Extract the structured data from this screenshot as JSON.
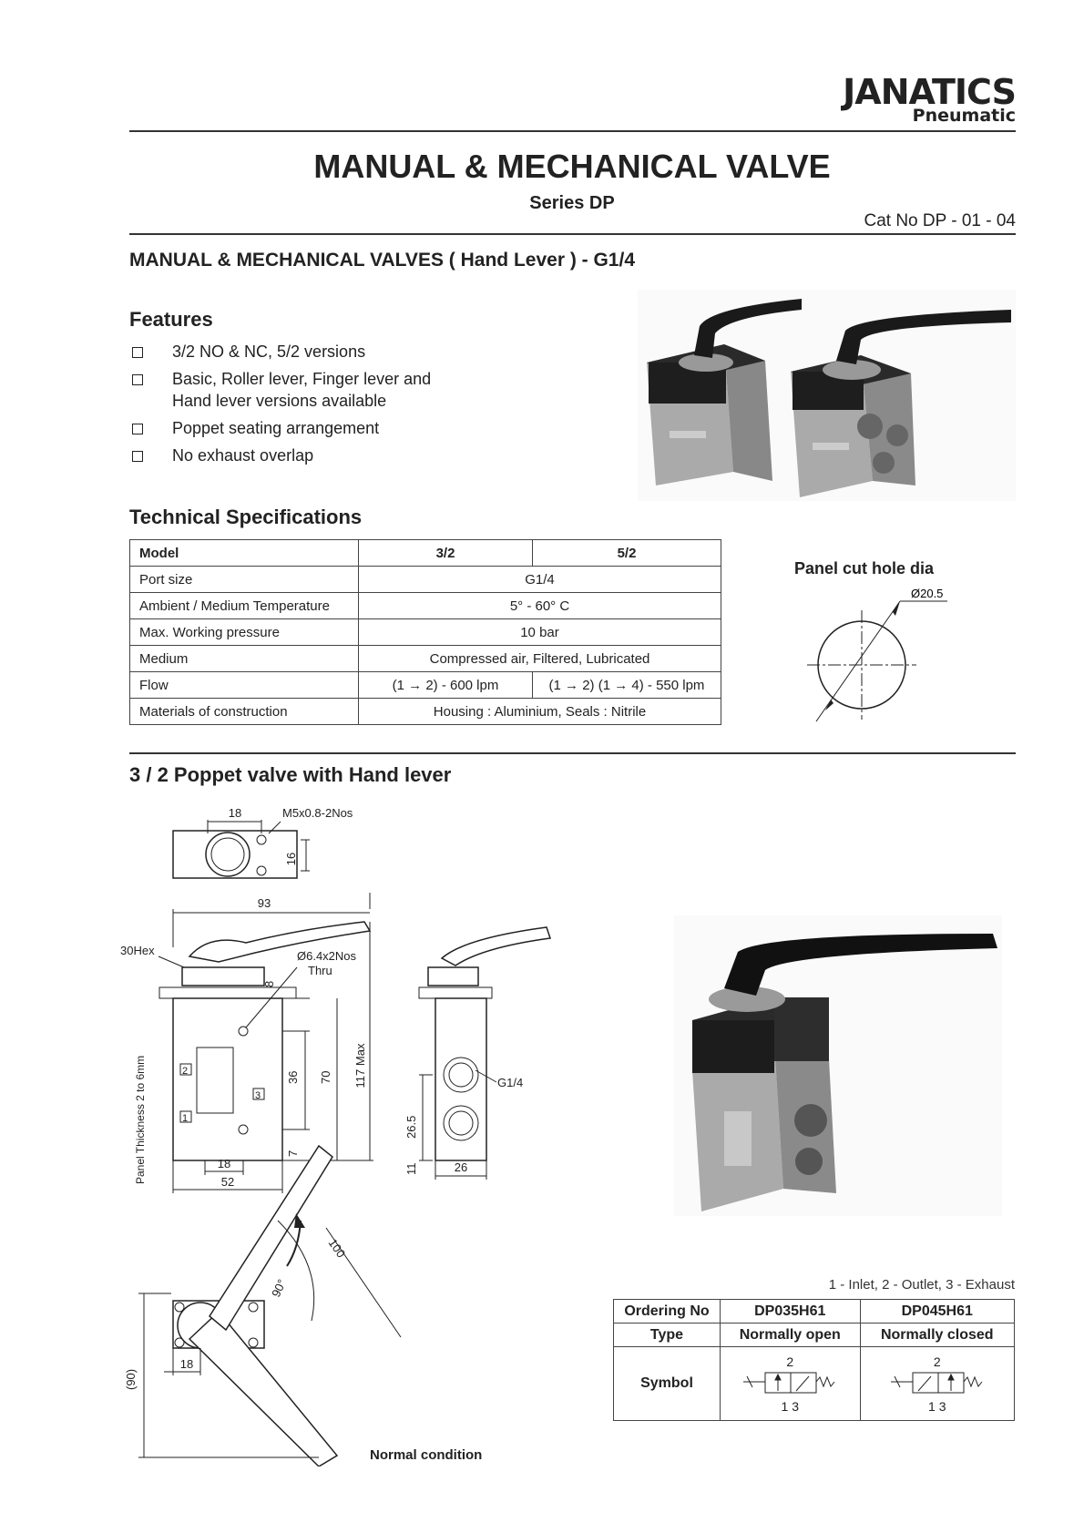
{
  "brand": {
    "name": "JANATICS",
    "sub": "Pneumatic"
  },
  "title": "MANUAL & MECHANICAL VALVE",
  "series": "Series  DP",
  "catno": "Cat No DP - 01 - 04",
  "section_title": "MANUAL & MECHANICAL VALVES ( Hand Lever ) -  G1/4",
  "features": {
    "heading": "Features",
    "items": [
      "3/2 NO & NC, 5/2 versions",
      "Basic, Roller lever, Finger lever and Hand lever versions available",
      "Poppet seating arrangement",
      "No exhaust overlap"
    ]
  },
  "tech": {
    "heading": "Technical Specifications",
    "header": [
      "Model",
      "3/2",
      "5/2"
    ],
    "rows": [
      {
        "label": "Port size",
        "value": "G1/4"
      },
      {
        "label": "Ambient / Medium Temperature",
        "value": "5° - 60° C"
      },
      {
        "label": "Max. Working pressure",
        "value": "10 bar"
      },
      {
        "label": "Medium",
        "value": "Compressed air, Filtered, Lubricated"
      },
      {
        "label": "Flow",
        "v1": "(1 → 2) - 600 lpm",
        "v2": "(1 → 2) (1 → 4) - 550 lpm"
      },
      {
        "label": "Materials of construction",
        "value": "Housing : Aluminium, Seals : Nitrile"
      }
    ]
  },
  "panel": {
    "heading": "Panel cut hole dia",
    "dia": "Ø20.5"
  },
  "poppet_heading": "3 / 2 Poppet valve with Hand lever",
  "dims": {
    "d18": "18",
    "m5": "M5x0.8-2Nos",
    "d16": "16",
    "d93": "93",
    "hex": "30Hex",
    "d8": "8",
    "d64": "Ø6.4x2Nos",
    "thru": "Thru",
    "d117": "117 Max",
    "panel_thk": "Panel Thickness 2 to 6mm",
    "d70": "70",
    "d36": "36",
    "d7": "7",
    "d52": "52",
    "d18b": "18",
    "g14": "G1/4",
    "d265": "26.5",
    "d11": "11",
    "d26": "26",
    "p2": "2",
    "p3": "3",
    "p1": "1",
    "d100": "100",
    "d90deg": "90°",
    "d90": "(90)",
    "d18c": "18",
    "normal": "Normal condition"
  },
  "ordering": {
    "legend": "1 - Inlet,     2 - Outlet,     3 - Exhaust",
    "header": [
      "Ordering No",
      "DP035H61",
      "DP045H61"
    ],
    "type": [
      "Type",
      "Normally open",
      "Normally closed"
    ],
    "symbol_label": "Symbol",
    "sym_top": "2",
    "sym_bottom": "1 3"
  }
}
